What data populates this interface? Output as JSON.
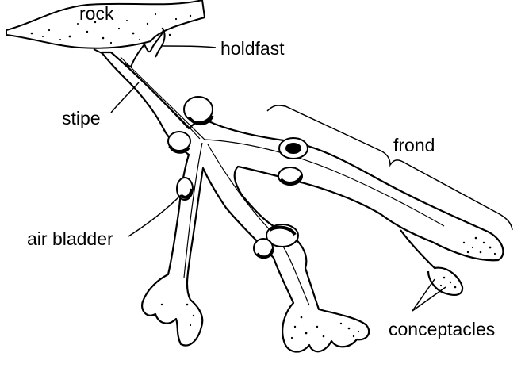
{
  "labels": {
    "rock": "rock",
    "holdfast": "holdfast",
    "stipe": "stipe",
    "frond": "frond",
    "air_bladder": "air bladder",
    "conceptacles": "conceptacles"
  },
  "colors": {
    "ink": "#000000",
    "paper": "#ffffff"
  }
}
